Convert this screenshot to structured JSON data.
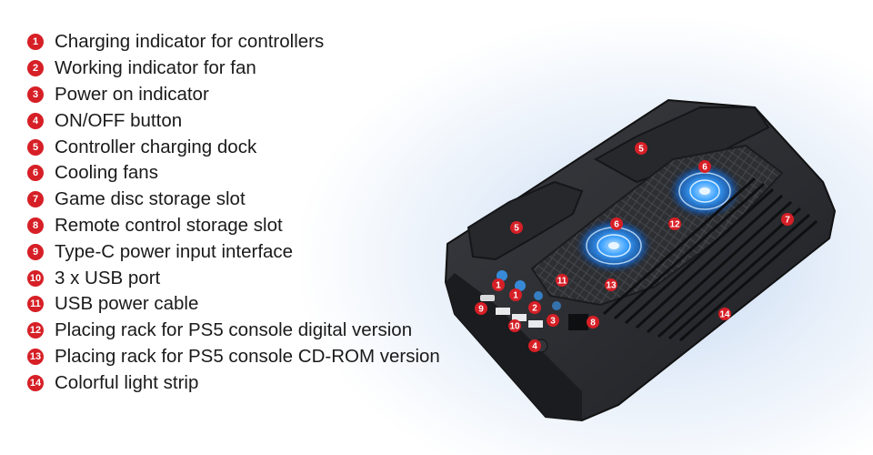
{
  "legend": [
    {
      "num": "1",
      "text": "Charging indicator for controllers"
    },
    {
      "num": "2",
      "text": "Working indicator for fan"
    },
    {
      "num": "3",
      "text": "Power on indicator"
    },
    {
      "num": "4",
      "text": "ON/OFF button"
    },
    {
      "num": "5",
      "text": "Controller charging dock"
    },
    {
      "num": "6",
      "text": "Cooling fans"
    },
    {
      "num": "7",
      "text": "Game disc storage slot"
    },
    {
      "num": "8",
      "text": "Remote control storage slot"
    },
    {
      "num": "9",
      "text": "Type-C power input interface"
    },
    {
      "num": "10",
      "text": "3 x USB port"
    },
    {
      "num": "11",
      "text": "USB power cable"
    },
    {
      "num": "12",
      "text": "Placing rack for PS5 console digital version"
    },
    {
      "num": "13",
      "text": "Placing rack for PS5 console CD-ROM version"
    },
    {
      "num": "14",
      "text": "Colorful light strip"
    }
  ],
  "colors": {
    "badge": "#d61f26",
    "fan_glow": "#3aa0ff",
    "body": "#2a2b2e"
  },
  "callouts": [
    "5",
    "6",
    "5",
    "6",
    "12",
    "7",
    "11",
    "13",
    "1",
    "1",
    "2",
    "3",
    "9",
    "10",
    "8",
    "4",
    "14"
  ]
}
